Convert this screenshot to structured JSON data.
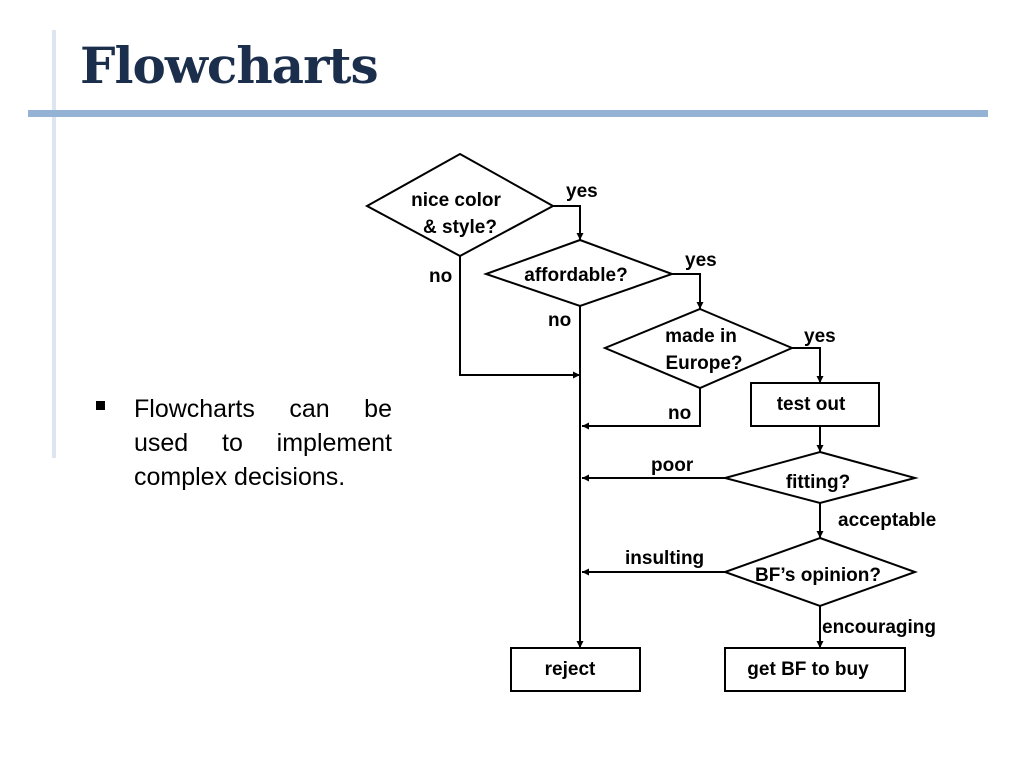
{
  "slide": {
    "title": "Flowcharts",
    "bullet": "Flowcharts can be used to implement complex decisions."
  },
  "flowchart": {
    "decisions": {
      "color_line1": "nice color",
      "color_line2": "& style?",
      "affordable": "affordable?",
      "europe_line1": "made in",
      "europe_line2": "Europe?",
      "fitting": "fitting?",
      "opinion": "BF’s opinion?"
    },
    "processes": {
      "test_out": "test out",
      "reject": "reject",
      "buy": "get BF to buy"
    },
    "edge_labels": {
      "yes_color": "yes",
      "no_color": "no",
      "yes_affordable": "yes",
      "no_affordable": "no",
      "yes_europe": "yes",
      "no_europe": "no",
      "poor": "poor",
      "acceptable": "acceptable",
      "insulting": "insulting",
      "encouraging": "encouraging"
    }
  }
}
